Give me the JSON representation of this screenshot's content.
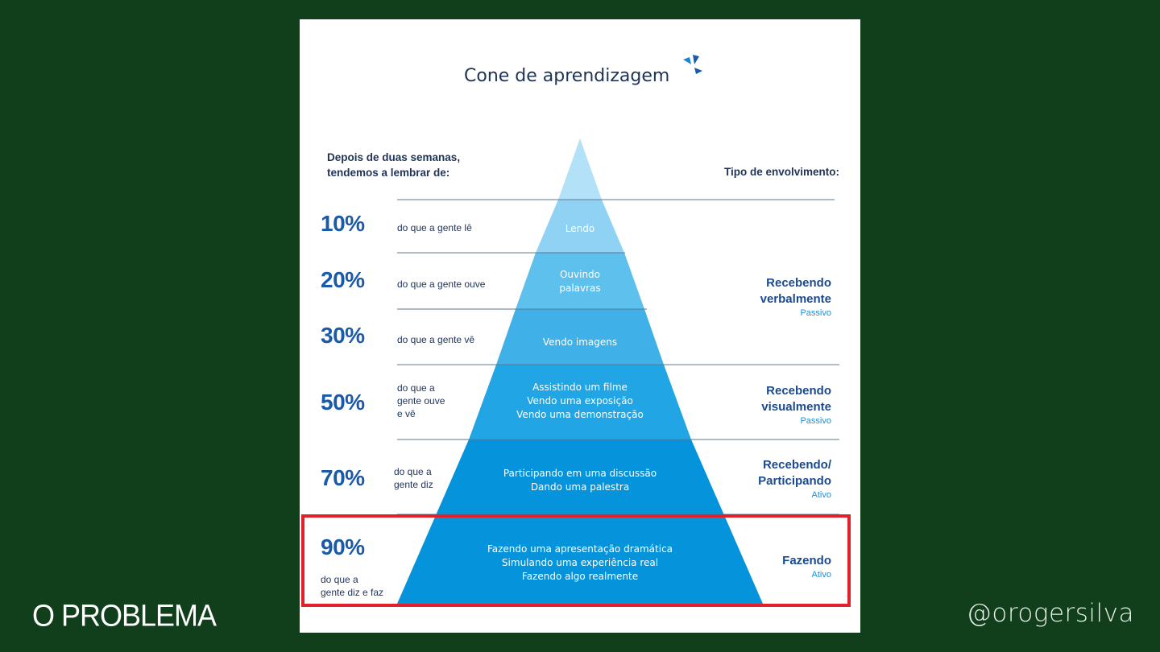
{
  "title": "Cone de aprendizagem",
  "left_header": [
    "Depois de duas semanas,",
    "tendemos a lembrar de:"
  ],
  "right_header": "Tipo de envolvimento:",
  "tiers": [
    {
      "pct": "10%",
      "desc": [
        "do que a gente lê"
      ],
      "activity": [
        "Lendo"
      ],
      "color": "#b3e1f7"
    },
    {
      "pct": "20%",
      "desc": [
        "do que a gente ouve"
      ],
      "activity": [
        "Ouvindo",
        "palavras"
      ],
      "color": "#8fd2f3"
    },
    {
      "pct": "30%",
      "desc": [
        "do que a gente vê"
      ],
      "activity": [
        "Vendo imagens"
      ],
      "color": "#5ec0ec"
    },
    {
      "pct": "50%",
      "desc": [
        "do que a",
        "gente ouve",
        "e vê"
      ],
      "activity": [
        "Assistindo um filme",
        "Vendo uma exposição",
        "Vendo uma demonstração"
      ],
      "color": "#3fb1e8"
    },
    {
      "pct": "70%",
      "desc": [
        "do que a",
        "gente diz"
      ],
      "activity": [
        "Participando em uma discussão",
        "Dando uma palestra"
      ],
      "color": "#21a5e4"
    },
    {
      "pct": "90%",
      "desc": [
        "do que a",
        "gente diz e faz"
      ],
      "activity": [
        "Fazendo uma apresentação dramática",
        "Simulando uma experiência real",
        "Fazendo algo realmente"
      ],
      "color": "#0594dc"
    }
  ],
  "engagement": [
    {
      "label": [
        "Recebendo",
        "verbalmente"
      ],
      "sub": "Passivo"
    },
    {
      "label": [
        "Recebendo",
        "visualmente"
      ],
      "sub": "Passivo"
    },
    {
      "label": [
        "Recebendo/",
        "Participando"
      ],
      "sub": "Ativo"
    },
    {
      "label": [
        "Fazendo"
      ],
      "sub": "Ativo"
    }
  ],
  "footer_left": "O PROBLEMA",
  "footer_right": "@orogersilva",
  "colors": {
    "background": "#123f1b",
    "highlight": "#e0202a",
    "title": "#1f3357",
    "percent": "#1a5aa8"
  }
}
